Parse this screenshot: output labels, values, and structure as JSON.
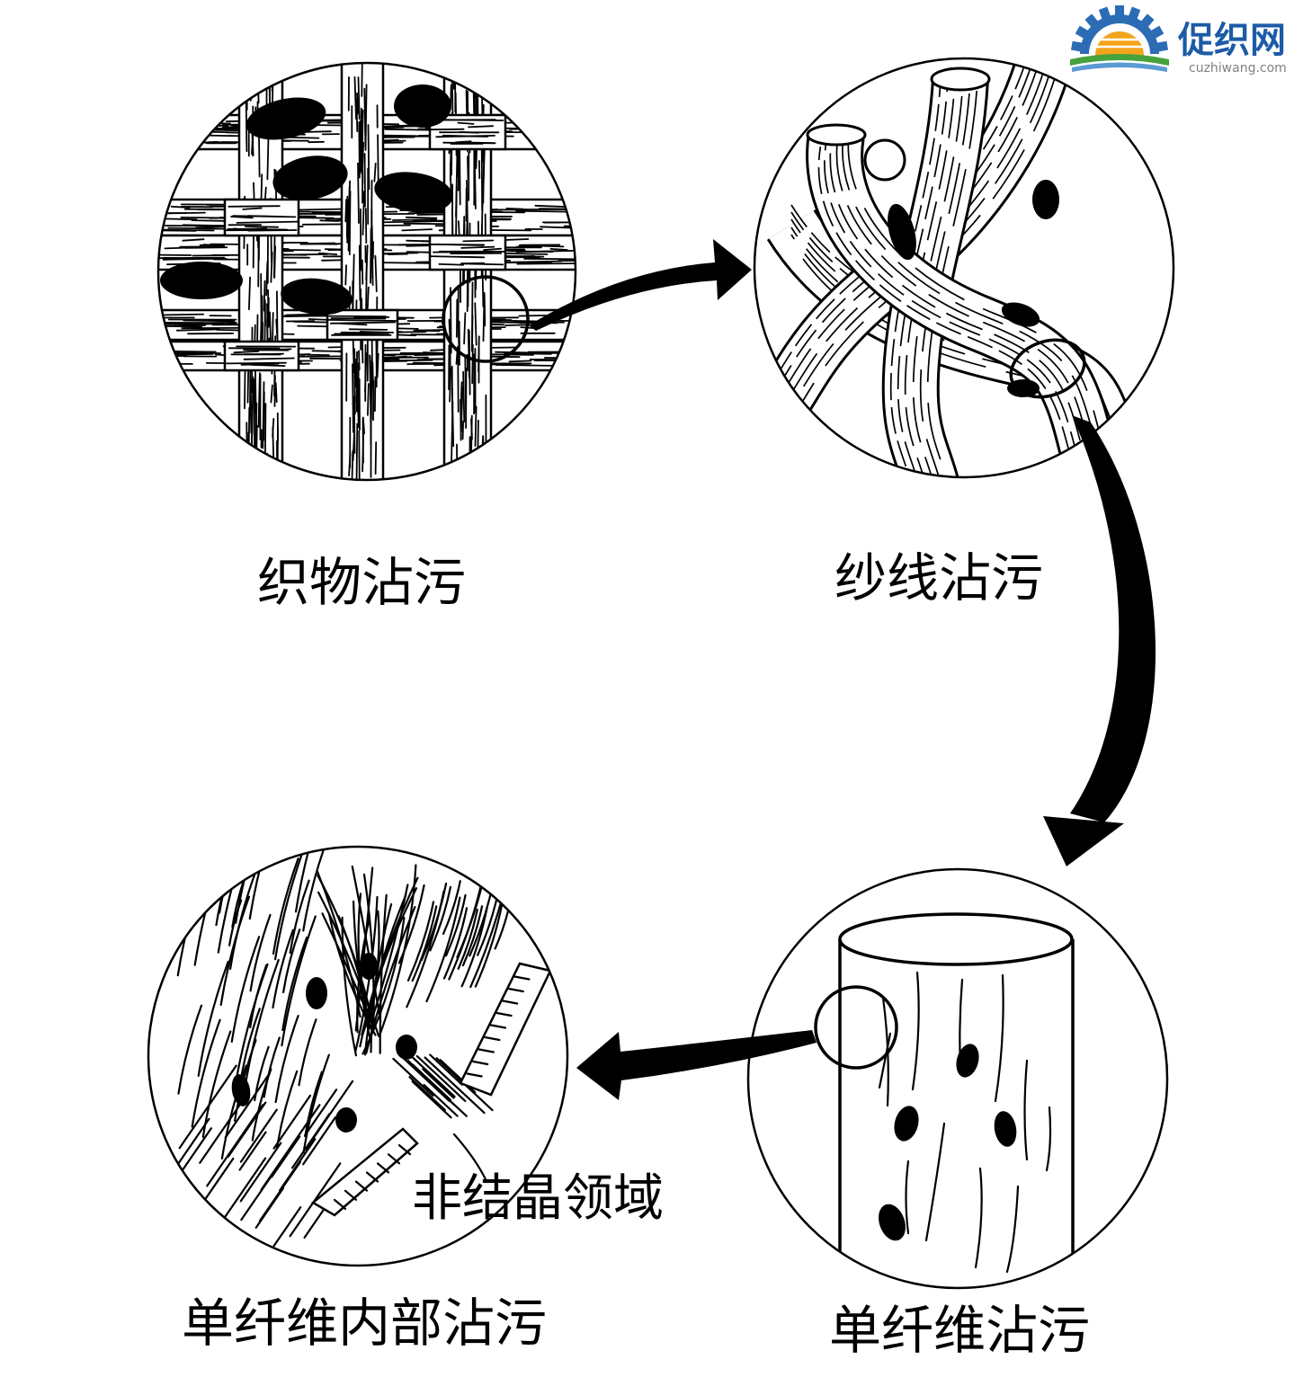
{
  "logo": {
    "name": "促织网",
    "site": "cuzhiwang.com",
    "colors": {
      "gear": "#2b6cb5",
      "sun": "#f2a41c",
      "field": "#46a23d",
      "wave": "#5b9bd5",
      "name": "#1d5ba6"
    }
  },
  "stages": {
    "fabric": {
      "label": "织物沾污"
    },
    "yarn": {
      "label": "纱线沾污"
    },
    "single_fiber": {
      "label": "单纤维沾污"
    },
    "fiber_interior": {
      "label": "单纤维内部沾污"
    }
  },
  "callouts": {
    "amorphous_region": "非结晶领域"
  },
  "colors": {
    "ink": "#000000",
    "background": "#ffffff"
  }
}
